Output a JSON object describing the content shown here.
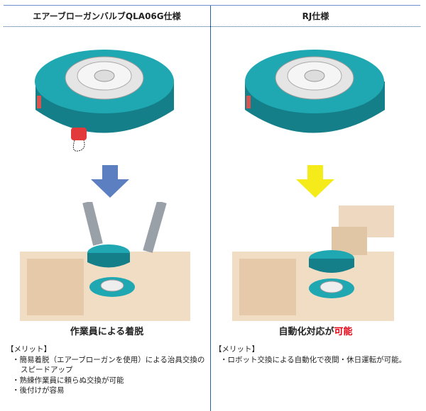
{
  "columns": [
    {
      "header": "エアーブローガンバルブQLA06G仕様",
      "caption": "作業員による着脱",
      "caption_highlight": "",
      "merit_title": "【メリット】",
      "merits": [
        "・簡易着脱（エアーブローガンを使用）による治具交換のスピードアップ",
        "・熟練作業員に頼らぬ交換が可能",
        "・後付けが容易"
      ],
      "arrow_color": "#5b7fc0"
    },
    {
      "header": "RJ仕様",
      "caption": "自動化対応が",
      "caption_highlight": "可能",
      "merit_title": "【メリット】",
      "merits": [
        "・ロボット交換による自動化で夜間・休日運転が可能。"
      ],
      "arrow_color": "#f5ea1a"
    }
  ],
  "colors": {
    "teal": "#1a9ba5",
    "accent_red": "#e60012",
    "divider": "#2b5fae"
  }
}
